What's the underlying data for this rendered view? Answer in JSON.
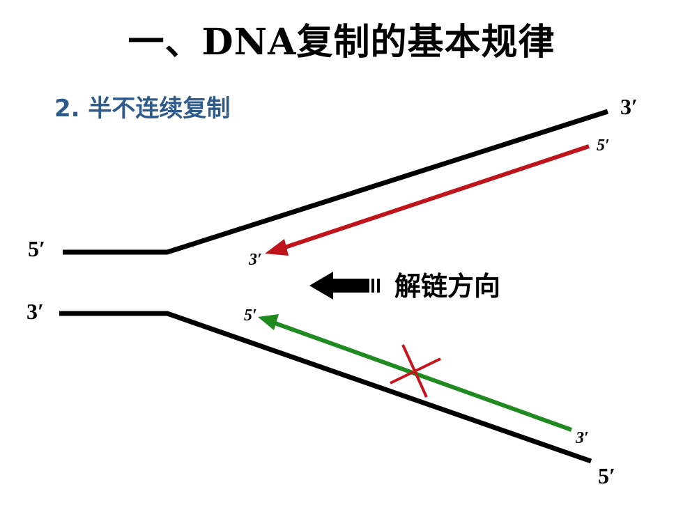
{
  "title": "一、DNA复制的基本规律",
  "subtitle": "2.  半不连续复制",
  "unwind_label": "解链方向",
  "end_labels": {
    "top_right": "3′",
    "red_start": "5′",
    "left_upper": "5′",
    "red_end": "3′",
    "left_lower": "3′",
    "green_end": "5′",
    "green_start": "3′",
    "bottom_right": "5′"
  },
  "colors": {
    "title": "#000000",
    "subtitle": "#2e5a8c",
    "template_strand": "#000000",
    "leading_strand": "#c0141c",
    "lagging_strand": "#1f8a1f",
    "cross_mark": "#c8141c"
  },
  "icons": [
    "unwind-arrow-icon",
    "cross-mark-icon"
  ]
}
